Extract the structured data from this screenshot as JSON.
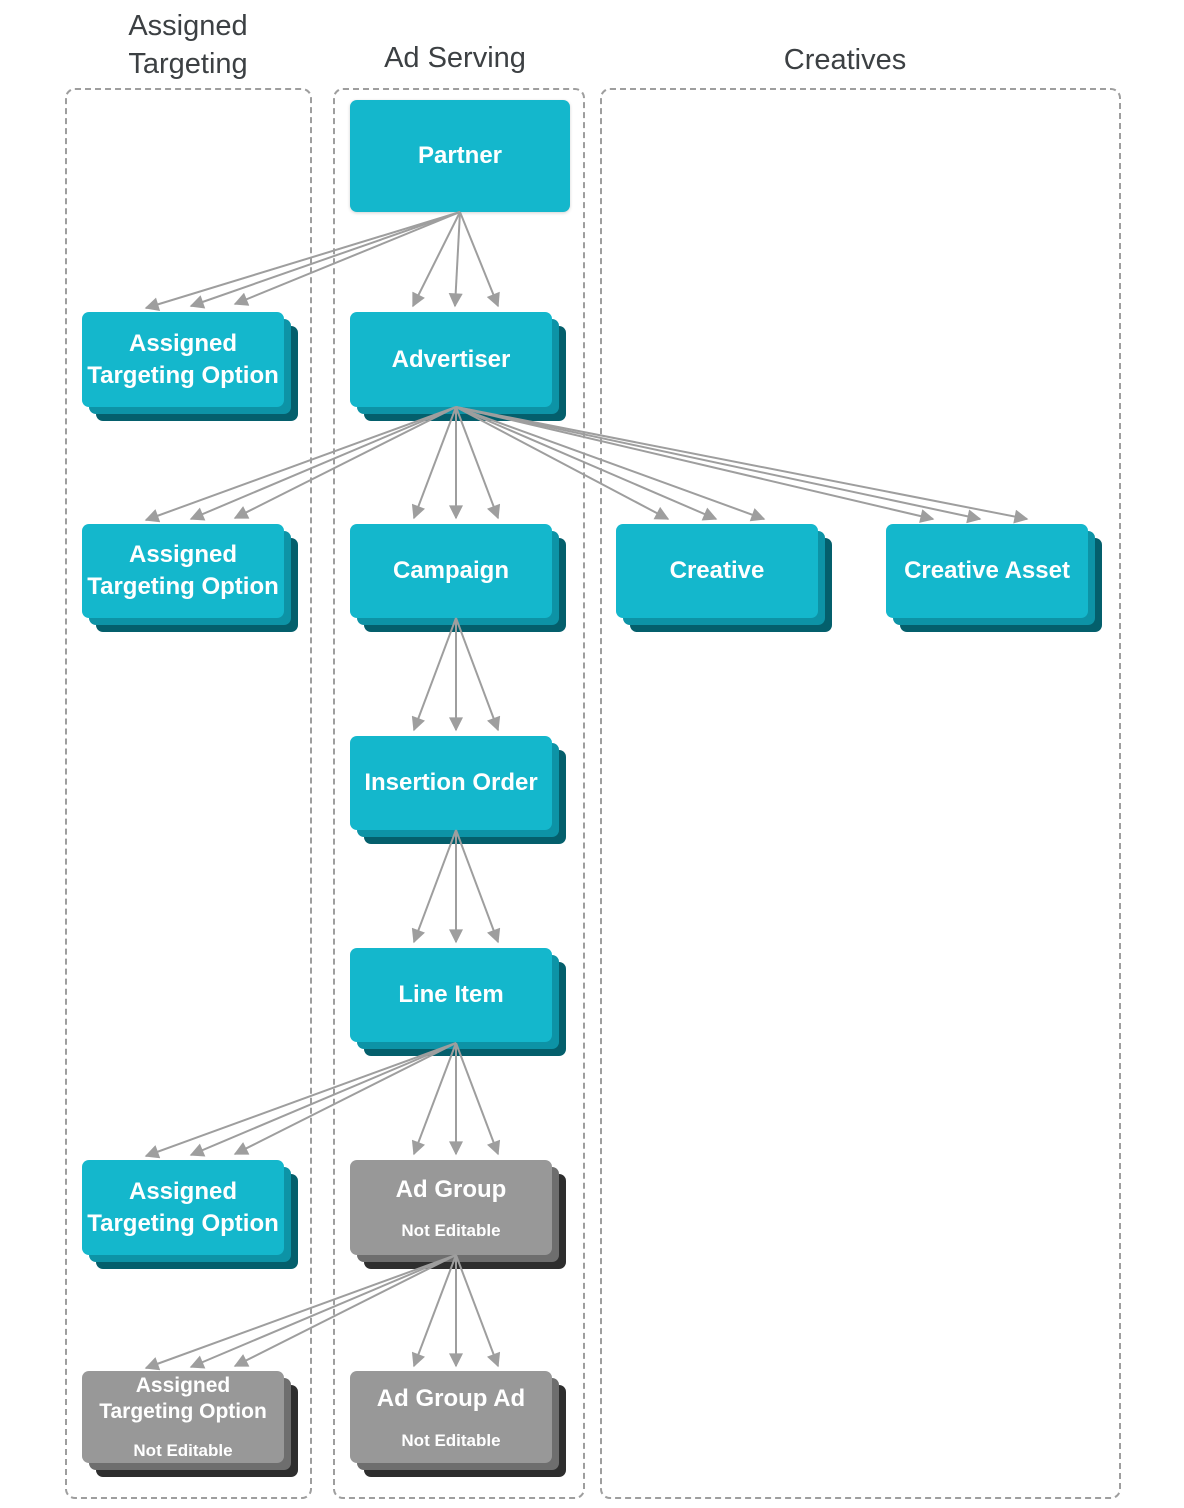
{
  "diagram": {
    "columns": [
      {
        "id": "assigned-targeting",
        "title": "Assigned Targeting"
      },
      {
        "id": "ad-serving",
        "title": "Ad Serving"
      },
      {
        "id": "creatives",
        "title": "Creatives"
      }
    ],
    "nodes": {
      "partner": {
        "label": "Partner",
        "editable": true
      },
      "advertiser": {
        "label": "Advertiser",
        "editable": true
      },
      "ato_partner": {
        "label": "Assigned Targeting Option",
        "editable": true
      },
      "ato_advertiser": {
        "label": "Assigned Targeting Option",
        "editable": true
      },
      "campaign": {
        "label": "Campaign",
        "editable": true
      },
      "creative": {
        "label": "Creative",
        "editable": true
      },
      "creative_asset": {
        "label": "Creative Asset",
        "editable": true
      },
      "insertion_order": {
        "label": "Insertion Order",
        "editable": true
      },
      "line_item": {
        "label": "Line Item",
        "editable": true
      },
      "ato_line_item": {
        "label": "Assigned Targeting Option",
        "editable": true
      },
      "ad_group": {
        "label": "Ad Group",
        "sublabel": "Not Editable",
        "editable": false
      },
      "ato_ad_group": {
        "label": "Assigned Targeting Option",
        "sublabel": "Not Editable",
        "editable": false
      },
      "ad_group_ad": {
        "label": "Ad Group Ad",
        "sublabel": "Not Editable",
        "editable": false
      }
    },
    "colors": {
      "editable_node": "#14B7CC",
      "editable_stack_mid": "#0D93A6",
      "editable_stack_dark": "#045F6C",
      "not_editable_node": "#989898",
      "not_editable_stack_mid": "#6E6E6E",
      "not_editable_stack_dark": "#2E2E2E",
      "arrow": "#9E9E9E",
      "column_border": "#9E9E9E",
      "header_text": "#3C4043",
      "node_text": "#FFFFFF"
    }
  }
}
